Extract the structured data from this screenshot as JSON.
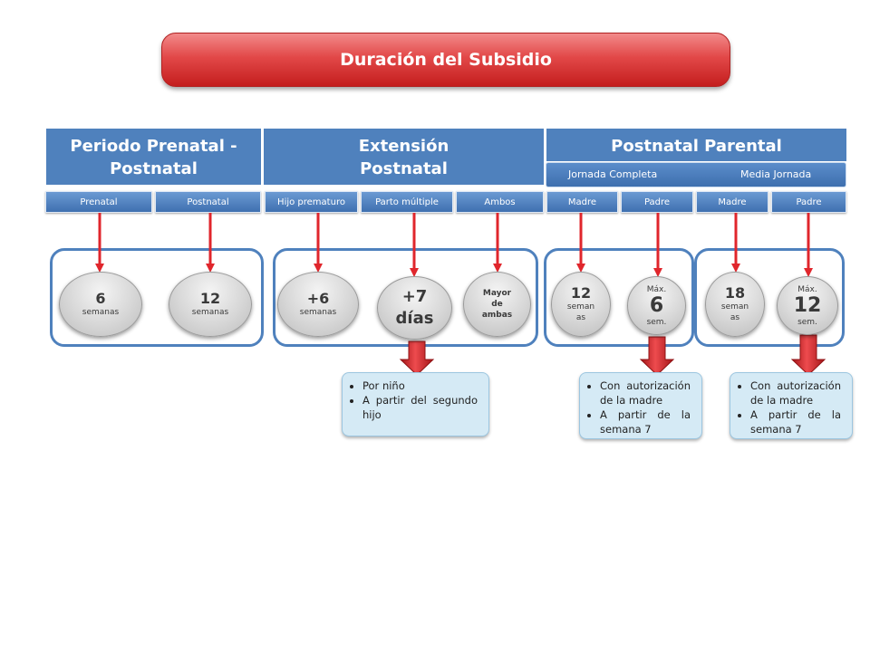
{
  "title": "Duración del Subsidio",
  "headers": {
    "prenatal": "Periodo Prenatal - Postnatal",
    "extension": "Extensión Postnatal",
    "parental": "Postnatal Parental"
  },
  "jornada": {
    "completa": "Jornada Completa",
    "media": "Media Jornada"
  },
  "tabs": [
    "Prenatal",
    "Postnatal",
    "Hijo prematuro",
    "Parto múltiple",
    "Ambos",
    "Madre",
    "Padre",
    "Madre",
    "Padre"
  ],
  "circles": {
    "c1": {
      "value": "6",
      "unit": "semanas"
    },
    "c2": {
      "value": "12",
      "unit": "semanas"
    },
    "c3": {
      "value": "+6",
      "unit": "semanas"
    },
    "c4": {
      "value": "+7",
      "unit": "días"
    },
    "c5": {
      "line1": "Mayor",
      "line2": "de",
      "line3": "ambas"
    },
    "c6": {
      "value": "12",
      "line1": "seman",
      "line2": "as"
    },
    "c7": {
      "prefix": "Máx.",
      "value": "6",
      "unit": "sem."
    },
    "c8": {
      "value": "18",
      "line1": "seman",
      "line2": "as"
    },
    "c9": {
      "prefix": "Máx.",
      "value": "12",
      "unit": "sem."
    }
  },
  "notes": {
    "n1": [
      "Por niño",
      "A partir del segundo hijo"
    ],
    "n2": [
      "Con autorización de la madre",
      "A partir de la semana 7"
    ],
    "n3": [
      "Con autorización de la madre",
      "A partir de la semana 7"
    ]
  },
  "colors": {
    "header_blue": "#4f81bd",
    "arrow_red": "#e0262c",
    "title_red": "#d83232",
    "note_bg": "#d5eaf5"
  }
}
